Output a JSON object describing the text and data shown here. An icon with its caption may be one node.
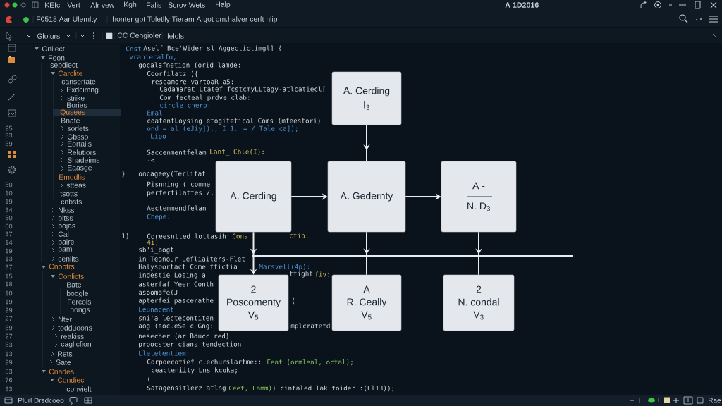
{
  "diagram": {
    "nodes": [
      {
        "text": [
          "A. Cerding",
          "I$_{3}$"
        ]
      },
      {
        "text": [
          "A. Cerding"
        ]
      },
      {
        "text": [
          "A. Gedernty"
        ]
      },
      {
        "text": [
          "A -",
          "N. D$_{3}$"
        ]
      },
      {
        "text": [
          "2",
          "Poscomenty",
          "V$_{5}$"
        ]
      },
      {
        "text": [
          "A",
          "R. Ceally",
          "V$_{5}$"
        ]
      },
      {
        "text": [
          "2",
          "N. condal",
          "V$_{3}$"
        ]
      }
    ],
    "edges": [
      {
        "from": 0,
        "to": 2,
        "arrow": "to"
      },
      {
        "from": 1,
        "to": 2,
        "arrow": "to"
      },
      {
        "from": 2,
        "to": 3,
        "arrow": "to"
      },
      {
        "from": 1,
        "to": 4,
        "arrow": "to"
      },
      {
        "from": 2,
        "to": 5,
        "arrow": "to"
      },
      {
        "from": 3,
        "to": 6,
        "arrow": "to"
      }
    ],
    "labels": [
      "KEfc",
      "Vert",
      "Alr vew",
      "Kgh",
      "Falis",
      "Scrov Wets",
      "Halp",
      "A 1D2016",
      "F0518 Aar Ulemlty",
      "honter gpt Toletlly Tieram A got om.halver cerft hlip",
      "Glolurs",
      "CC Cengioler",
      "lelols",
      "25",
      "33",
      "39",
      "30",
      "10",
      "19",
      "34",
      "30",
      "60",
      "37",
      "14",
      "19",
      "13",
      "37",
      "15",
      "18",
      "10",
      "19",
      "29",
      "27",
      "39",
      "27",
      "33",
      "13",
      "29",
      "53",
      "76",
      "33",
      "Gnilect",
      "Foon",
      "sepdiect",
      "Carclite",
      "cansertate",
      "Exdcimng",
      "strike",
      "Bories",
      "Qusees",
      "Bnate",
      "sorlets",
      "Gbsso",
      "Eortaiis",
      "Relutiors",
      "Shadeims",
      "Eaasge",
      "Emodlis",
      "stteas",
      "tsotts",
      "cnbsts",
      "Nkss",
      "bitss",
      "bojas",
      "Cal",
      "paire",
      "pam",
      "ceniits",
      "Cnoptrs",
      "Conlicts",
      "Bate",
      "boogle",
      "Fercols",
      "nongs",
      "Nter",
      "todduoons",
      "reakiss",
      "caglicfion",
      "Rets",
      "Sate",
      "Cnades",
      "Condiec",
      "convielt",
      "Cnst",
      "Aself Bce'Wider sl Aggectictimgl] {",
      "vraniecalfo,",
      "gocalafnetion (orid lamde:",
      "Coorfilatz ({",
      "reseamore vartoaR a5:",
      "Cadamarat Ltatef fcstcmyLLtagy-atlcatiecl[",
      "Com fecteal prdve clab:",
      "circle cherp:",
      "Emal",
      "coatentLoysing etogitetical Coms (mfeestori)",
      "ond = al (eJiy]),, I.1. = / Tale ca]);",
      "Lipo",
      "Saccenmentfelam",
      "Lanf_ Cble(I):",
      "-<",
      "}",
      "oncageey(Terlifat",
      "Pisnning ( comme",
      "perfertilattes /.",
      "Aectemmendfelan",
      "Chepe:",
      "1)",
      "Coreesntted lottasih:",
      "Cons",
      "ctip:",
      "4i)",
      "sb'i_bogt",
      "in Teanour Lefliaiters-Flet",
      "Halysportact Come ffictia",
      "Marsvell(4p):",
      "indestie Losing a",
      "ttight",
      "fiv:",
      "asterfaf Yeer Conth",
      "asoomafe(J",
      "apterfei pascerathe",
      "(",
      "Leunacent",
      "sni'a lectecontiten",
      "aog (socueSe c Gng:",
      "mplcratetd",
      "nesecher (ar Bducc red)",
      "proocster cians tendection",
      "Lletetentiem:",
      "Corpoecotief clechurslartme::",
      "Feat (ormleal, octal);",
      "ceacteniity Lns_kcoka;",
      "(",
      "Satagensitlerz atlng",
      "Ceet, Lamm))",
      "cintaled lak toider :(Ll13));",
      "Plurl Drsdcoeo",
      "Rae"
    ]
  }
}
